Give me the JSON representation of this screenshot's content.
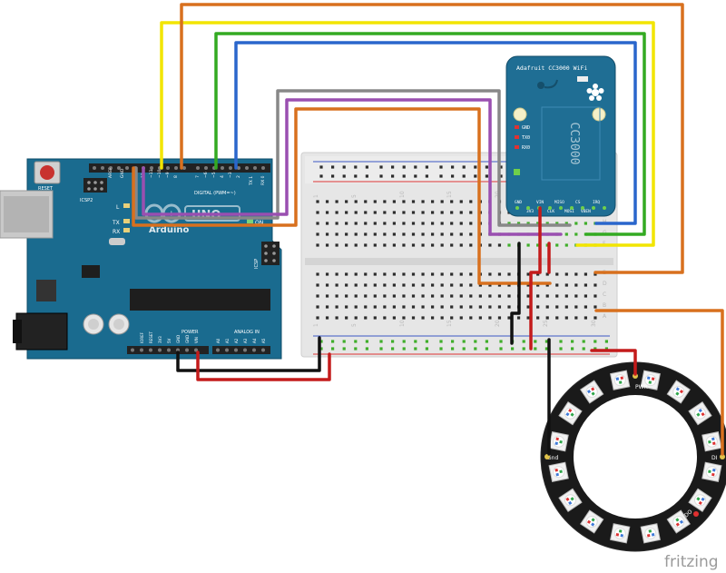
{
  "arduino": {
    "board_logo": "UNO",
    "brand_name": "Arduino",
    "reset_label": "RESET",
    "icsp2_label": "ICSP2",
    "icsp_label": "ICSP",
    "l_label": "L",
    "tx_label": "TX",
    "rx_label": "RX",
    "on_label": "ON",
    "digital_label": "DIGITAL (PWM=~)",
    "power_label": "POWER",
    "analog_label": "ANALOG IN",
    "aref_label": "AREF",
    "gnd_label": "GND",
    "pin_13": "13",
    "pin_12": "12",
    "pin_11": "~11",
    "pin_10": "~10",
    "pin_9": "~9",
    "pin_8": "8",
    "pin_7": "7",
    "pin_6": "~6",
    "pin_5": "~5",
    "pin_4": "4",
    "pin_3": "~3",
    "pin_2": "2",
    "pin_tx1": "TX 1",
    "pin_rx0": "RX 0",
    "pw_ioref": "IOREF",
    "pw_reset": "RESET",
    "pw_3v3": "3V3",
    "pw_5v": "5V",
    "pw_gnd1": "GND",
    "pw_gnd2": "GND",
    "pw_vin": "VIN",
    "a0": "A0",
    "a1": "A1",
    "a2": "A2",
    "a3": "A3",
    "a4": "A4",
    "a5": "A5"
  },
  "breadboard": {
    "col_labels": [
      "1",
      "5",
      "10",
      "15",
      "20",
      "25",
      "30"
    ],
    "row_labels_top": [
      "J",
      "I",
      "H",
      "G",
      "F"
    ],
    "row_labels_bottom": [
      "E",
      "D",
      "C",
      "B",
      "A"
    ]
  },
  "wifi_module": {
    "title": "Adafruit CC3000 WiFi",
    "chip_label": "CC3000",
    "led_labels": [
      "GND",
      "TX0",
      "RX0"
    ],
    "pin_labels": [
      "GND",
      "3V3",
      "VIN",
      "CLK",
      "MISO",
      "MOSI",
      "CS",
      "VBEN",
      "IRQ"
    ]
  },
  "neopixel_ring": {
    "gnd_label": "Gnd",
    "pwr_label": "PWR",
    "in_label": "DI",
    "out_label": "DO",
    "pixel_count": 16
  },
  "brand": "fritzing",
  "colors": {
    "arduino_blue": "#1a6b8f",
    "breadboard": "#e8e8e8",
    "wifi_blue": "#1f6e94",
    "ring_black": "#1a1a1a",
    "wire_yellow": "#f2e500",
    "wire_orange": "#d8701e",
    "wire_green": "#33aa22",
    "wire_blue": "#2a66cc",
    "wire_gray": "#888888",
    "wire_purple": "#9a4fb0",
    "wire_black": "#111111",
    "wire_red": "#c41b1b"
  }
}
